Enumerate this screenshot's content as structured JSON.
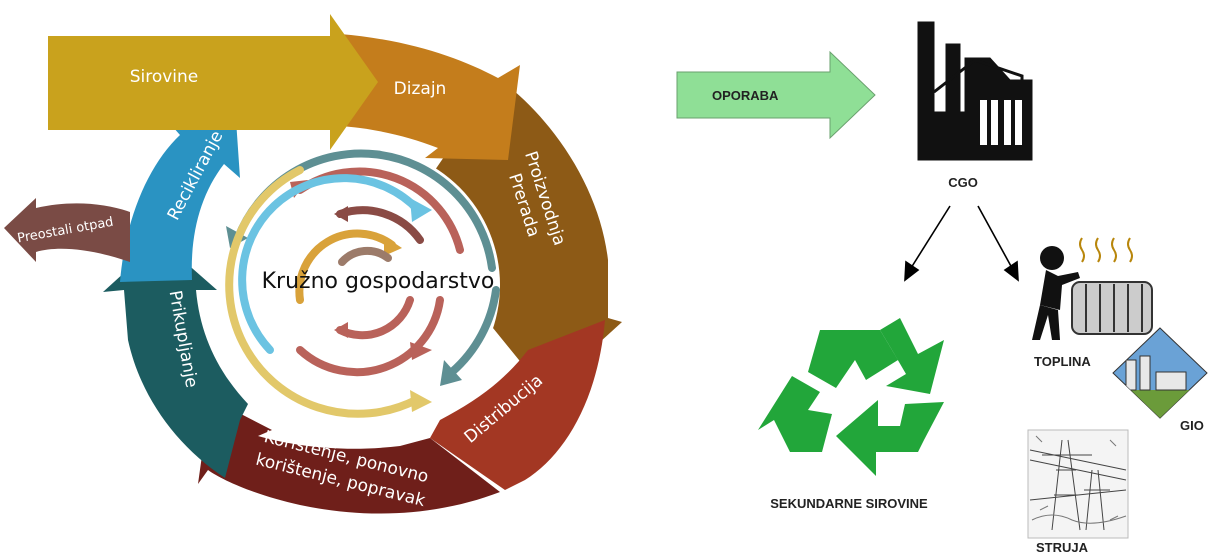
{
  "left_diagram": {
    "center_title": "Kružno gospodarstvo",
    "stages": {
      "sirovine": "Sirovine",
      "dizajn": "Dizajn",
      "proizvodnja_line1": "Proizvodnja",
      "proizvodnja_line2": "Prerada",
      "distribucija": "Distribucija",
      "koristenje_line1": "Korištenje, ponovno",
      "koristenje_line2": "korištenje, popravak",
      "prikupljanje": "Prikupljanje",
      "recikliranje": "Recikliranje",
      "preostali_otpad": "Preostali otpad"
    },
    "colors": {
      "sirovine": "#c9a21d",
      "dizajn": "#c47d1c",
      "proizvodnja": "#8d5a16",
      "distribucija": "#a33723",
      "koristenje": "#6f1f1a",
      "prikupljanje": "#1c5c60",
      "recikliranje": "#2a93c2",
      "preostali_otpad": "#7a4b45"
    }
  },
  "right_diagram": {
    "oporaba_label": "OPORABA",
    "cgo_label": "CGO",
    "sekundarne_label": "SEKUNDARNE SIROVINE",
    "toplina_label": "TOPLINA",
    "gio_label": "GIO",
    "struja_label": "STRUJA",
    "colors": {
      "oporaba_arrow": "#8fdf96",
      "recycle_green": "#22a63a",
      "gio_sky": "#6aa2d6"
    }
  }
}
